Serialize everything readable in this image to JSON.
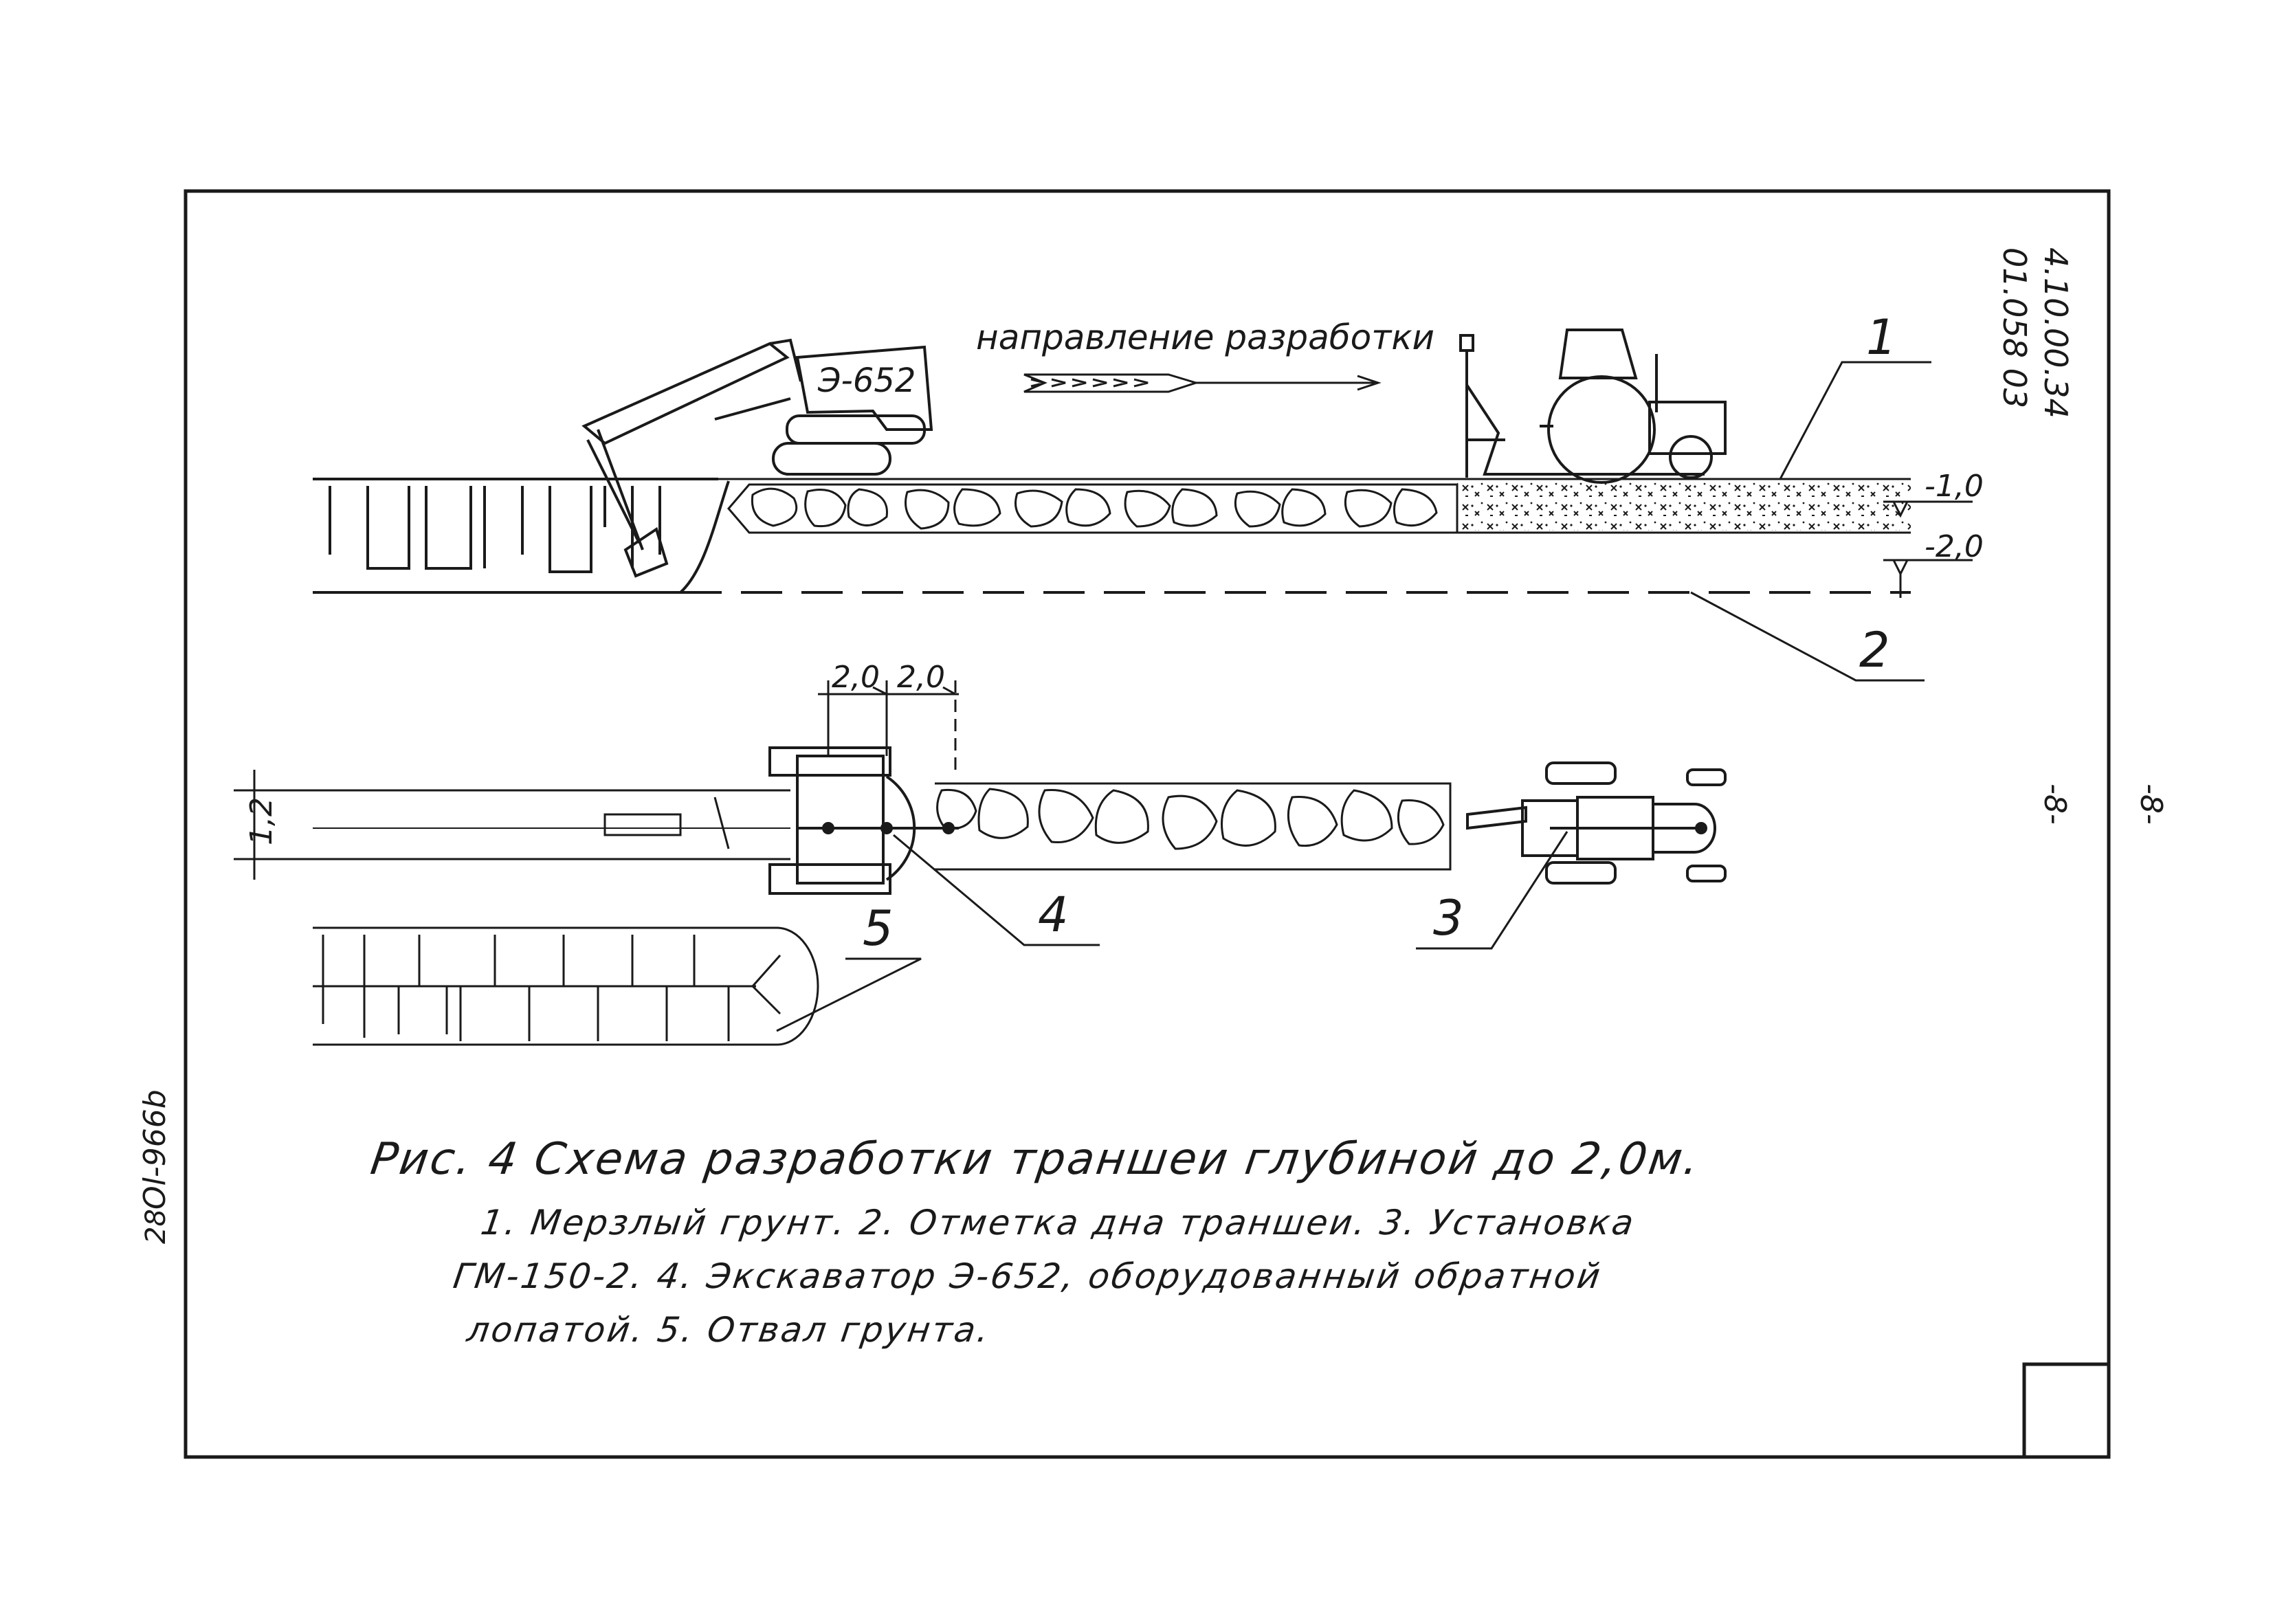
{
  "sheet": {
    "code_line1": "4.10.00.34",
    "code_line2": "01.058 03",
    "page_mark_inner": "-8-",
    "page_mark_outer": "-8-",
    "inventory_number": "Ol-966b",
    "inventory_prefix": "28"
  },
  "elevation_view": {
    "direction_label": "направление разработки",
    "excavator_label": "Э-652",
    "level_1": "-1,0",
    "level_2": "-2,0",
    "callout_1": "1",
    "callout_2": "2"
  },
  "plan_view": {
    "dim_1": "2,0",
    "dim_2": "2,0",
    "width_dim": "1,2",
    "callout_3": "3",
    "callout_4": "4",
    "callout_5": "5"
  },
  "caption": {
    "title": "Рис. 4  Схема  разработки  траншеи  глубиной до 2,0м.",
    "line_1": "1. Мерзлый  грунт.  2. Отметка  дна  траншеи.  3. Установка",
    "line_2": "ГМ-150-2.   4. Экскаватор   Э-652,  оборудованный  обратной",
    "line_3": "лопатой.   5. Отвал  грунта."
  },
  "colors": {
    "ink": "#1a1a1a",
    "paper": "#ffffff"
  }
}
